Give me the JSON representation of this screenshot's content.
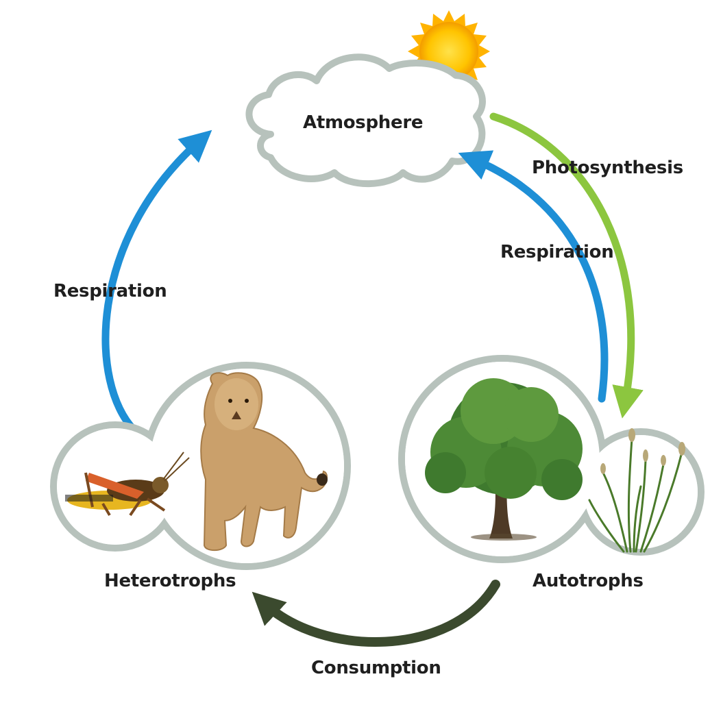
{
  "nodes": {
    "atmosphere": "Atmosphere",
    "heterotrophs": "Heterotrophs",
    "autotrophs": "Autotrophs"
  },
  "processes": {
    "respiration_left": "Respiration",
    "respiration_right": "Respiration",
    "photosynthesis": "Photosynthesis",
    "consumption": "Consumption"
  },
  "colors": {
    "respiration": "#1e8fd6",
    "photosynthesis": "#8cc63f",
    "consumption": "#3b4a2e",
    "outline": "#b7c2bc",
    "sun": "#f7b500"
  },
  "icons": [
    "sun-icon",
    "cloud-icon",
    "grasshopper-icon",
    "lion-icon",
    "tree-icon",
    "grass-icon"
  ]
}
